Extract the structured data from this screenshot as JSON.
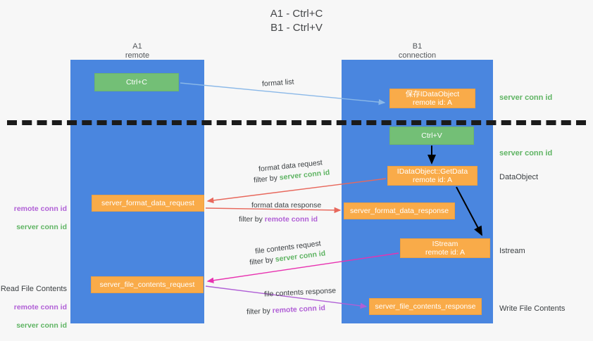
{
  "title": "A1 - Ctrl+C\nB1 - Ctrl+V",
  "columns": {
    "a1": {
      "label": "A1\nremote"
    },
    "b1": {
      "label": "B1\nconnection"
    }
  },
  "nodes": {
    "ctrl_c": "Ctrl+C",
    "save_idataobject": "保存IDataObject\nremote id: A",
    "ctrl_v": "Ctrl+V",
    "getdata": "IDataObject::GetData\nremote id: A",
    "istream": "IStream\nremote id: A",
    "server_format_data_request": "server_format_data_request",
    "server_format_data_response": "server_format_data_response",
    "server_file_contents_request": "server_file_contents_request",
    "server_file_contents_response": "server_file_contents_response"
  },
  "side_notes": {
    "server_conn_id_1": "server conn id",
    "server_conn_id_2": "server conn id",
    "dataobject": "DataObject",
    "istream": "Istream",
    "write_file_contents": "Write File Contents"
  },
  "left_notes": {
    "group1": {
      "remote": "remote conn id",
      "server": "server conn id"
    },
    "group2": {
      "heading": "Read File Contents",
      "remote": "remote conn id",
      "server": "server conn id"
    }
  },
  "edge_labels": {
    "format_list": "format list",
    "format_data_request": "format data request",
    "format_data_request_filter_prefix": "filter by ",
    "format_data_request_filter_key": "server conn id",
    "format_data_response": "format data response",
    "format_data_response_filter_prefix": "filter by ",
    "format_data_response_filter_key": "remote conn id",
    "file_contents_request": "file contents request",
    "file_contents_request_filter_prefix": "filter by ",
    "file_contents_request_filter_key": "server conn id",
    "file_contents_response": "file contents response",
    "file_contents_response_filter_prefix": "filter by ",
    "file_contents_response_filter_key": "remote conn id"
  },
  "colors": {
    "lane": "#4a86df",
    "node_green": "#73bf76",
    "node_orange": "#f9ab49",
    "accent_green": "#5fb463",
    "accent_purple": "#b05fd6",
    "arrow_blue": "#8ab8e8",
    "arrow_red": "#e8685c",
    "arrow_magenta": "#e832b0",
    "arrow_purple": "#b05fd6",
    "arrow_black": "#000000",
    "divider": "#1b1b1b",
    "background": "#f7f7f7"
  }
}
